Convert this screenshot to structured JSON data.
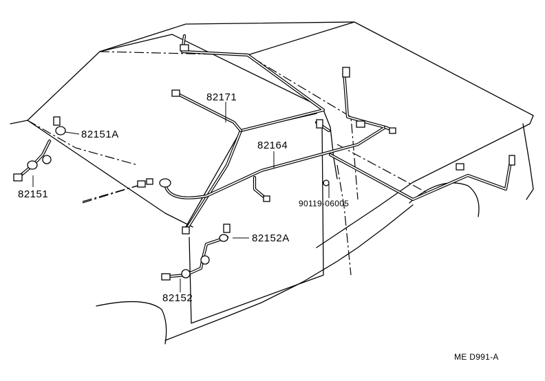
{
  "parts": {
    "p82171": "82171",
    "p82164": "82164",
    "p82151A": "82151A",
    "p82151": "82151",
    "p90119": "90119-06005",
    "p82152A": "82152A",
    "p82152": "82152"
  },
  "figure_code": "ME D991-A",
  "colors": {
    "line": "#000000",
    "background": "#ffffff"
  }
}
